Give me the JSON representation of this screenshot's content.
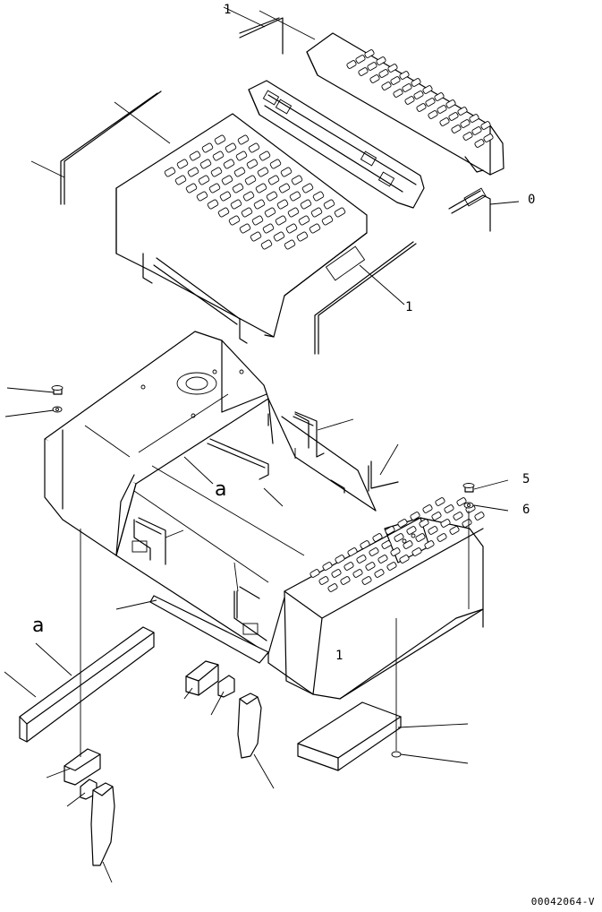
{
  "drawing": {
    "code": "00042064-V",
    "callouts": {
      "label_a": "a"
    },
    "numbers": {
      "n1": "1",
      "n2": "0",
      "n3": "1",
      "n5": "5",
      "n6": "6",
      "n7": "1"
    }
  }
}
